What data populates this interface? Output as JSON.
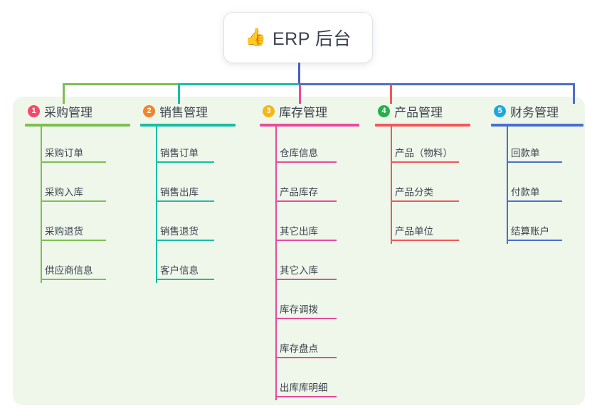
{
  "diagram": {
    "type": "mindmap-tree",
    "root": {
      "icon": "thumbs-up-icon",
      "emoji": "👍",
      "title": "ERP 后台"
    },
    "panel_color": "#eef7ea",
    "root_connector_color": "#4a5bc4",
    "branches": [
      {
        "index": "1",
        "badge_label": "1",
        "badge_color": "#f3496b",
        "color": "#7cbf52",
        "title": "采购管理",
        "items": [
          "采购订单",
          "采购入库",
          "采购退货",
          "供应商信息"
        ]
      },
      {
        "index": "2",
        "badge_label": "2",
        "badge_color": "#f2842c",
        "color": "#19bda6",
        "title": "销售管理",
        "items": [
          "销售订单",
          "销售出库",
          "销售退货",
          "客户信息"
        ]
      },
      {
        "index": "3",
        "badge_label": "3",
        "badge_color": "#f7b612",
        "color": "#e84a9e",
        "title": "库存管理",
        "items": [
          "仓库信息",
          "产品库存",
          "其它出库",
          "其它入库",
          "库存调拨",
          "库存盘点",
          "出库库明细"
        ]
      },
      {
        "index": "4",
        "badge_label": "4",
        "badge_color": "#24b14c",
        "color": "#f4565b",
        "title": "产品管理",
        "items": [
          "产品（物料）",
          "产品分类",
          "产品单位"
        ]
      },
      {
        "index": "5",
        "badge_label": "5",
        "badge_color": "#21a6e0",
        "color": "#4a6fd0",
        "title": "财务管理",
        "items": [
          "回款单",
          "付款单",
          "结算账户"
        ]
      }
    ]
  }
}
